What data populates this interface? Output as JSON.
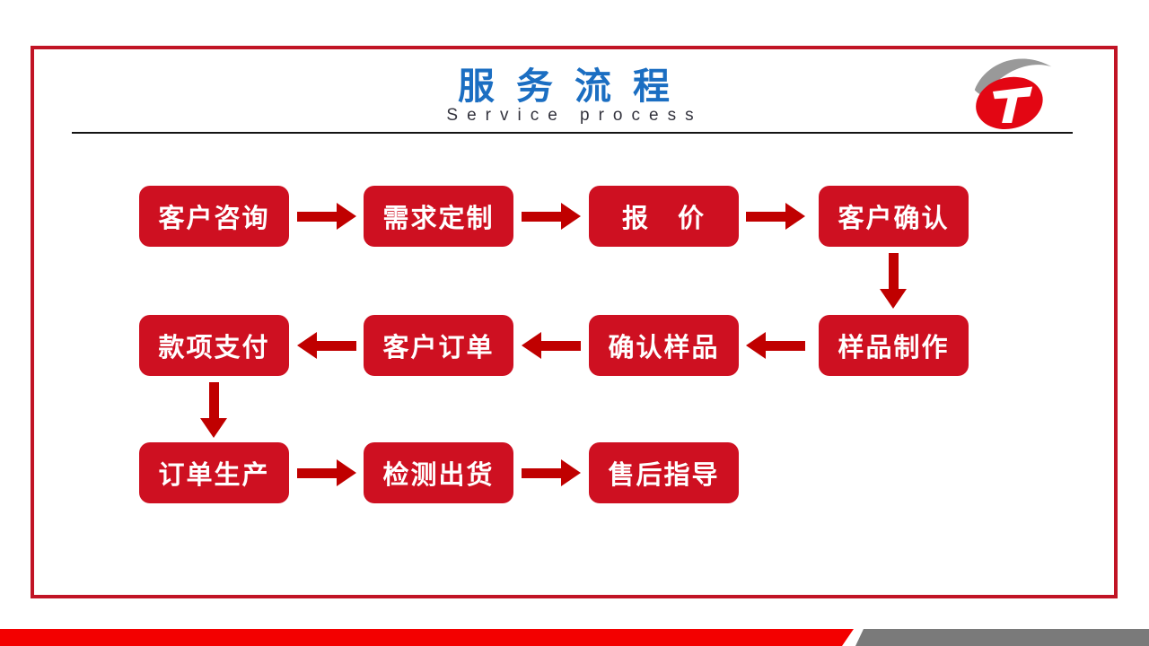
{
  "header": {
    "title": "服务流程",
    "subtitle": "Service process"
  },
  "icons": {
    "logo": "company-t-logo",
    "arrow_right": "arrow-right",
    "arrow_left": "arrow-left",
    "arrow_down": "arrow-down"
  },
  "colors": {
    "title_blue": "#1B6EC2",
    "subtitle_gray": "#33333D",
    "frame_red": "#C11425",
    "box_red": "#CE1021",
    "arrow_red": "#C00000",
    "footer_red": "#F30000",
    "footer_gray": "#7A7A7A",
    "logo_gray": "#999999",
    "logo_red": "#E30613"
  },
  "flow": {
    "rows": [
      {
        "direction": "right",
        "steps": [
          "客户咨询",
          "需求定制",
          "报　价",
          "客户确认"
        ]
      },
      {
        "direction": "left",
        "steps": [
          "款项支付",
          "客户订单",
          "确认样品",
          "样品制作"
        ]
      },
      {
        "direction": "right",
        "steps": [
          "订单生产",
          "检测出货",
          "售后指导"
        ]
      }
    ]
  }
}
